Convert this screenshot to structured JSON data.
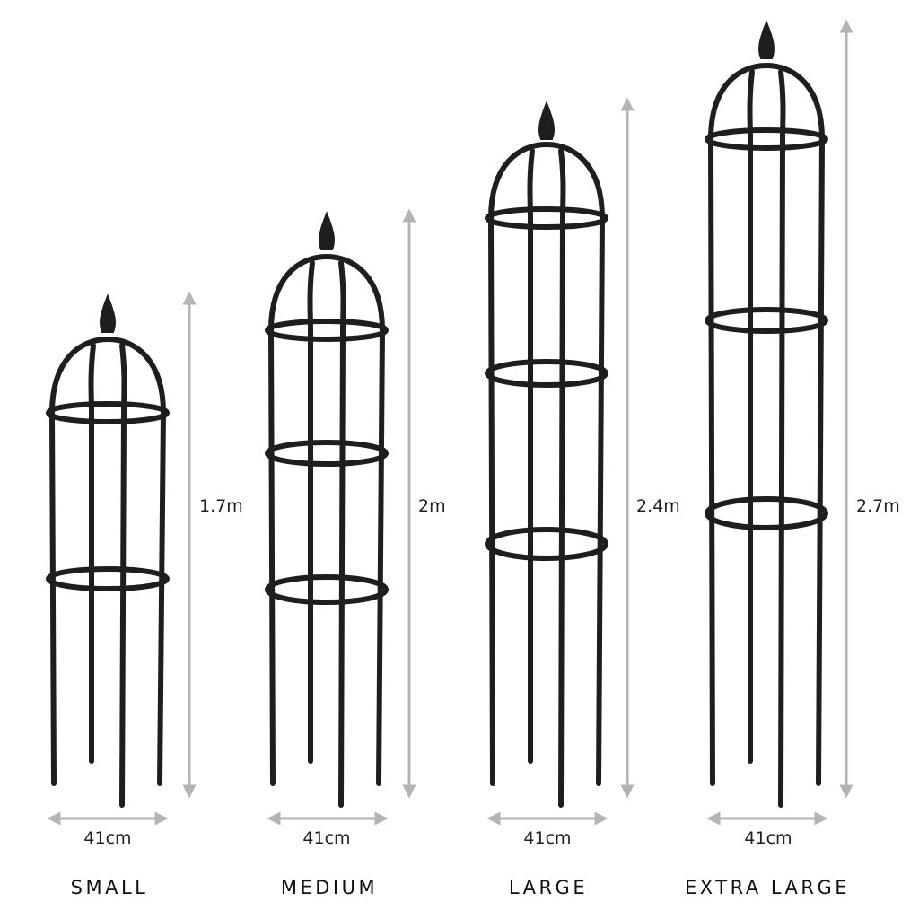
{
  "colors": {
    "ironwork": "#1e1e1e",
    "dimension_arrow": "#b4b4b4",
    "background": "#ffffff",
    "text": "#1a1a1a"
  },
  "sizes": [
    {
      "name": "SMALL",
      "height": "1.7m",
      "width": "41cm"
    },
    {
      "name": "MEDIUM",
      "height": "2m",
      "width": "41cm"
    },
    {
      "name": "LARGE",
      "height": "2.4m",
      "width": "41cm"
    },
    {
      "name": "EXTRA LARGE",
      "height": "2.7m",
      "width": "41cm"
    }
  ]
}
